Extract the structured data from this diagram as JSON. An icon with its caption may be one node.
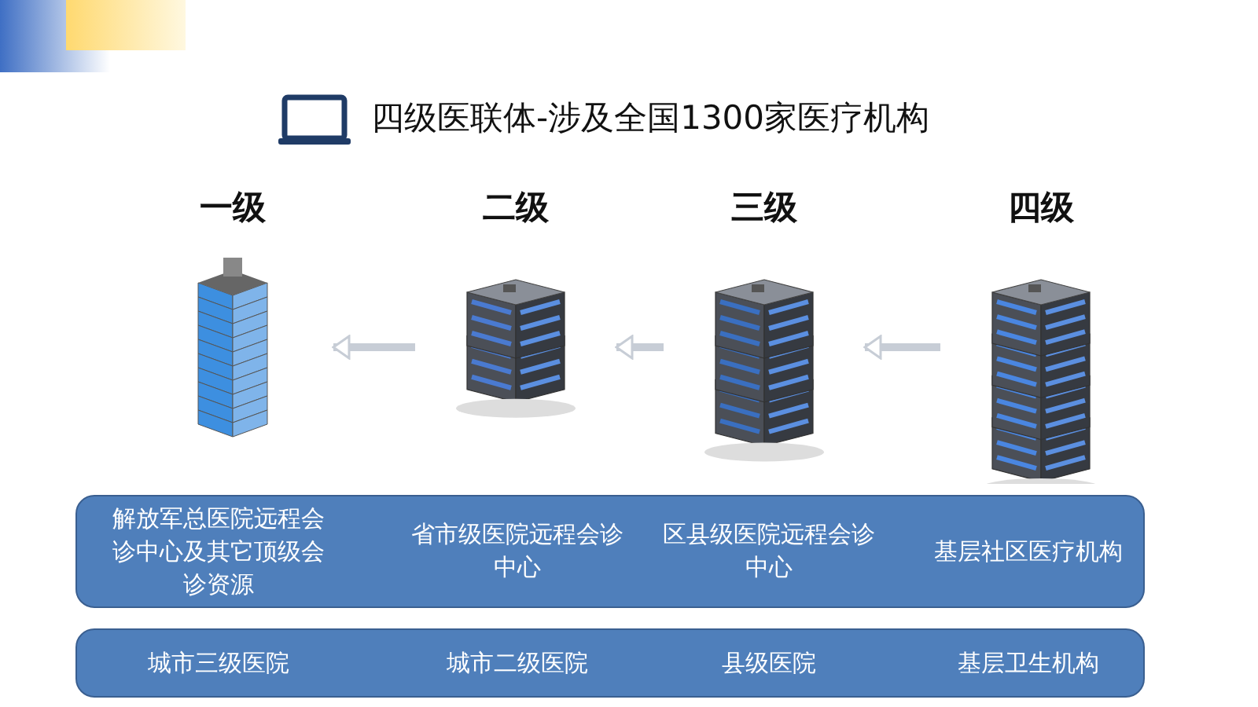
{
  "diagram": {
    "title": "四级医联体-涉及全国1300家医疗机构",
    "nodes": [
      {
        "text": [
          "一级"
        ]
      },
      {
        "text": [
          "二级"
        ]
      },
      {
        "text": [
          "三级"
        ]
      },
      {
        "text": [
          "四级"
        ]
      },
      {
        "text": [
          "解放军总医院远程会诊中心及其它顶级会诊资源",
          "省市级医院远程会诊中心",
          "区县级医院远程会诊中心",
          "基层社区医疗机构"
        ]
      },
      {
        "text": [
          "城市三级医院",
          "城市二级医院",
          "县级医院",
          "基层卫生机构"
        ]
      }
    ],
    "edges": [
      {
        "from": 1,
        "to": 0,
        "arrow": "to"
      },
      {
        "from": 2,
        "to": 1,
        "arrow": "to"
      },
      {
        "from": 3,
        "to": 2,
        "arrow": "to"
      }
    ]
  }
}
